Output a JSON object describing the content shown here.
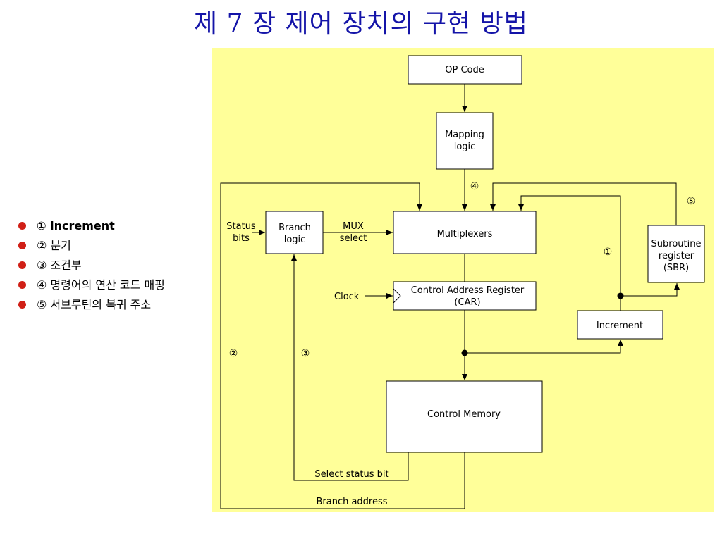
{
  "title": "제 7 장 제어 장치의 구현 방법",
  "legend": [
    "① increment",
    "② 분기",
    "③ 조건부",
    "④ 명령어의 연산 코드 매핑",
    "⑤ 서브루틴의 복귀 주소"
  ],
  "diagram": {
    "op_code": "OP Code",
    "mapping_logic": [
      "Mapping",
      "logic"
    ],
    "multiplexers": "Multiplexers",
    "branch_logic": [
      "Branch",
      "logic"
    ],
    "status_bits": [
      "Status",
      "bits"
    ],
    "mux_select": [
      "MUX",
      "select"
    ],
    "car": [
      "Control Address Register",
      "(CAR)"
    ],
    "clock": "Clock",
    "control_memory": "Control Memory",
    "increment": "Increment",
    "sbr": [
      "Subroutine",
      "register",
      "(SBR)"
    ],
    "select_status_bit": "Select status bit",
    "branch_address": "Branch address",
    "marks": {
      "increment": "①",
      "branch": "②",
      "conditional": "③",
      "mapping": "④",
      "return": "⑤"
    }
  },
  "colors": {
    "title": "#1414a8",
    "panel": "#ffff99",
    "bullet": "#d01f16"
  }
}
